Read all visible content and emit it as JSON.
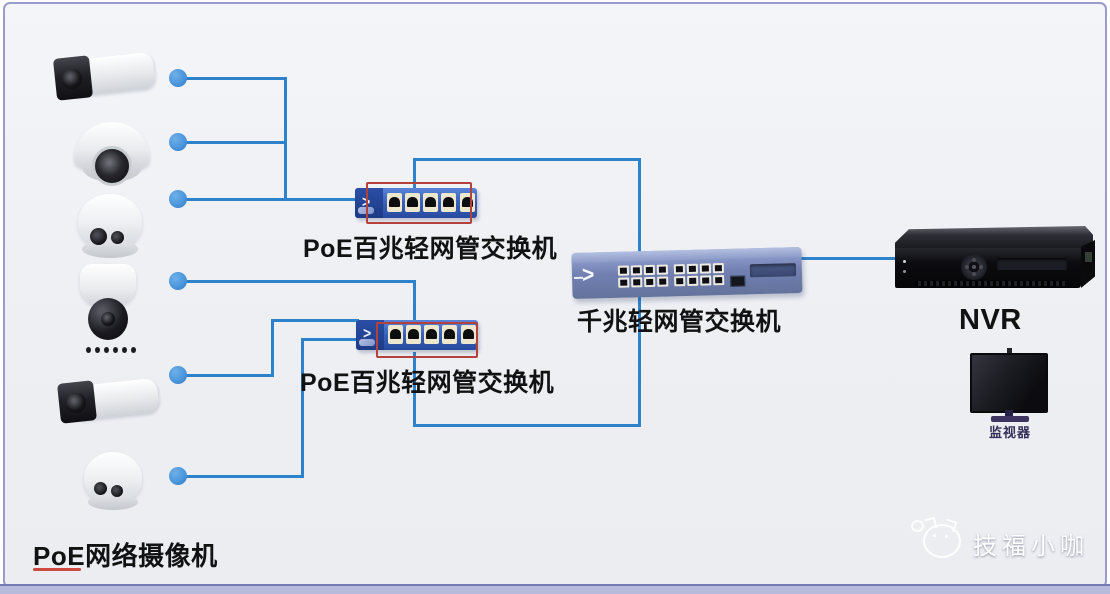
{
  "diagram": {
    "type": "network-topology",
    "labels": {
      "poe_switch_1": "PoE百兆轻网管交换机",
      "poe_switch_2": "PoE百兆轻网管交换机",
      "gigabit_switch": "千兆轻网管交换机",
      "nvr": "NVR",
      "monitor": "监视器",
      "camera_group": "PoE网络摄像机"
    },
    "watermark": {
      "text": "技福小咖"
    },
    "devices": [
      {
        "id": "bullet-camera-1",
        "type": "bullet-camera"
      },
      {
        "id": "dome-camera-1",
        "type": "dome-camera"
      },
      {
        "id": "turret-camera-1",
        "type": "turret-camera"
      },
      {
        "id": "ptz-camera-1",
        "type": "ptz-camera"
      },
      {
        "id": "more-cameras-ellipsis",
        "type": "ellipsis"
      },
      {
        "id": "bullet-camera-2",
        "type": "bullet-camera"
      },
      {
        "id": "turret-camera-2",
        "type": "turret-camera"
      },
      {
        "id": "poe-switch-1",
        "type": "poe-100m-switch-5port"
      },
      {
        "id": "poe-switch-2",
        "type": "poe-100m-switch-5port"
      },
      {
        "id": "gigabit-switch",
        "type": "gigabit-switch-16port"
      },
      {
        "id": "nvr",
        "type": "network-video-recorder"
      },
      {
        "id": "monitor",
        "type": "display-monitor"
      }
    ],
    "connections": [
      "bullet-camera-1 -> poe-switch-1",
      "dome-camera-1 -> poe-switch-1",
      "turret-camera-1 -> poe-switch-1",
      "ptz-camera-1 -> poe-switch-2",
      "bullet-camera-2 -> poe-switch-2",
      "turret-camera-2 -> poe-switch-2",
      "poe-switch-1 -> gigabit-switch",
      "poe-switch-2 -> gigabit-switch",
      "gigabit-switch -> nvr"
    ],
    "colors": {
      "cable": "#2d83cb",
      "node_dot": "#4b96dc",
      "annotation_red": "#b5413c",
      "background": "#edeff3",
      "frame_border": "#989bcb",
      "label_text": "#121212",
      "watermark_text": "#ffffff"
    }
  }
}
